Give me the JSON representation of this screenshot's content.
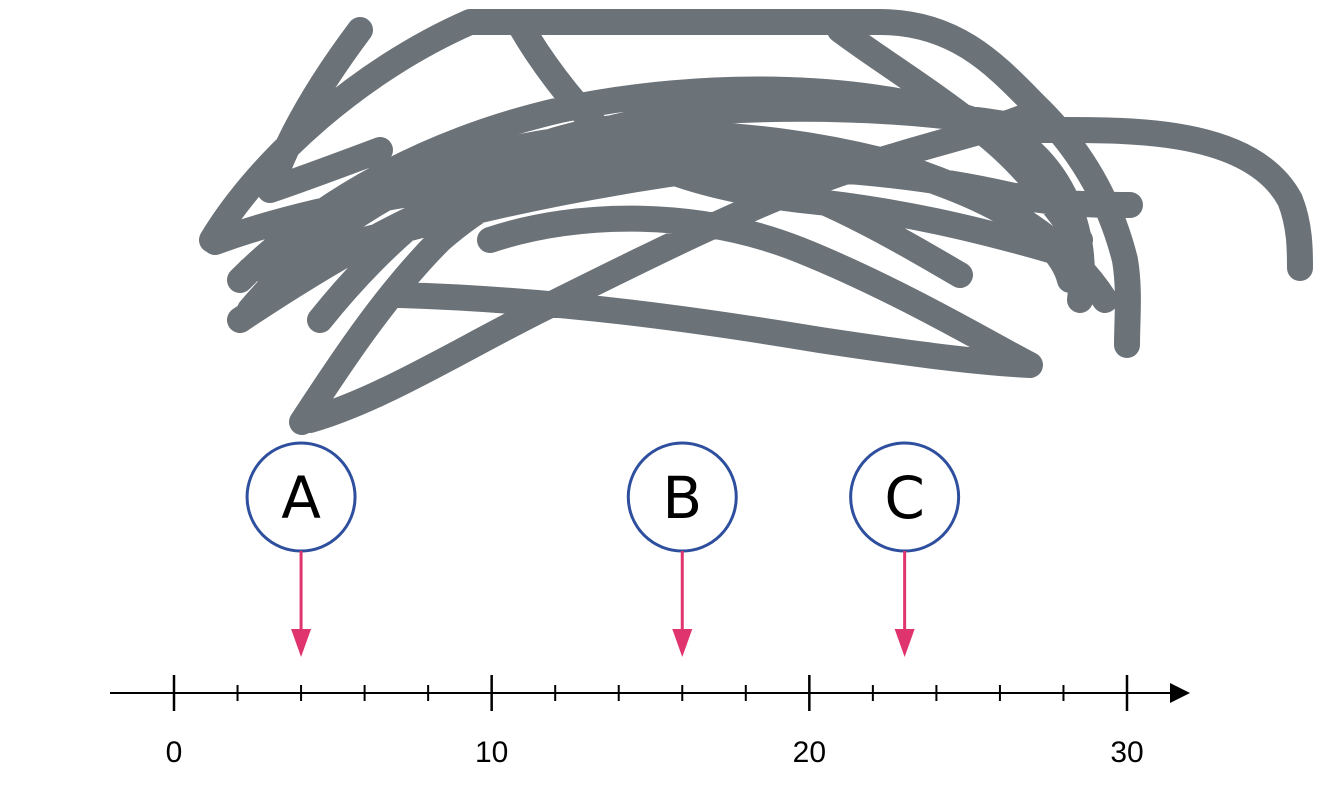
{
  "colors": {
    "scribble": "#6b7278",
    "marker_circle": "#2e4f9e",
    "arrow": "#e0346f",
    "axis": "#000000"
  },
  "number_line": {
    "min": 0,
    "max": 30,
    "minor_step": 2,
    "major_labels": [
      "0",
      "10",
      "20",
      "30"
    ]
  },
  "markers": [
    {
      "label": "A",
      "value": 4
    },
    {
      "label": "B",
      "value": 16
    },
    {
      "label": "C",
      "value": 23
    }
  ]
}
